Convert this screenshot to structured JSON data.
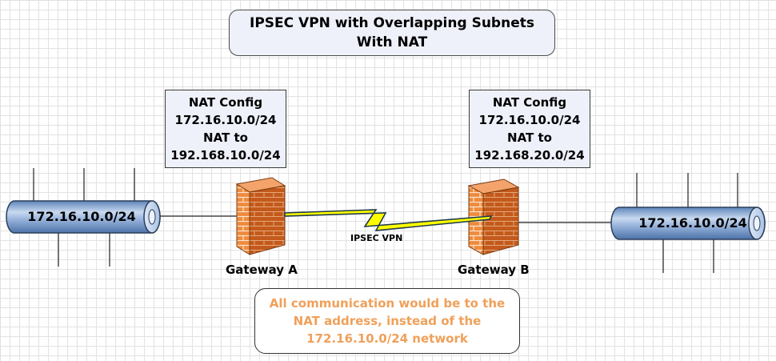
{
  "title": {
    "line1": "IPSEC VPN with Overlapping Subnets",
    "line2": "With NAT"
  },
  "nat_a": {
    "line1": "NAT Config",
    "line2": "172.16.10.0/24",
    "line3": "NAT to",
    "line4": "192.168.10.0/24"
  },
  "nat_b": {
    "line1": "NAT Config",
    "line2": "172.16.10.0/24",
    "line3": "NAT to",
    "line4": "192.168.20.0/24"
  },
  "network_a": {
    "label": "172.16.10.0/24"
  },
  "network_b": {
    "label": "172.16.10.0/24"
  },
  "gateway_a": {
    "label": "Gateway A"
  },
  "gateway_b": {
    "label": "Gateway B"
  },
  "vpn": {
    "label": "IPSEC VPN",
    "color": "#ffff00"
  },
  "note": {
    "line1": "All communication would be to the",
    "line2": "NAT address, instead of the",
    "line3": "172.16.10.0/24 network",
    "color": "#f0a05a"
  }
}
